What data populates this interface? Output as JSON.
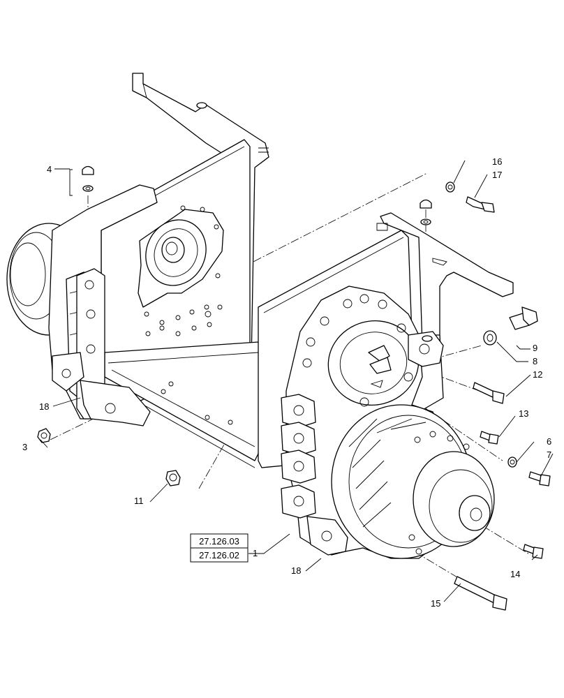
{
  "callouts": {
    "c1": "1",
    "c3": "3",
    "c4": "4",
    "c6": "6",
    "c7": "7",
    "c8": "8",
    "c9": "9",
    "c11": "11",
    "c12": "12",
    "c13": "13",
    "c14": "14",
    "c15": "15",
    "c16": "16",
    "c17": "17",
    "c18a": "18",
    "c18b": "18"
  },
  "references": {
    "ref1": "27.126.03",
    "ref2": "27.126.02"
  }
}
